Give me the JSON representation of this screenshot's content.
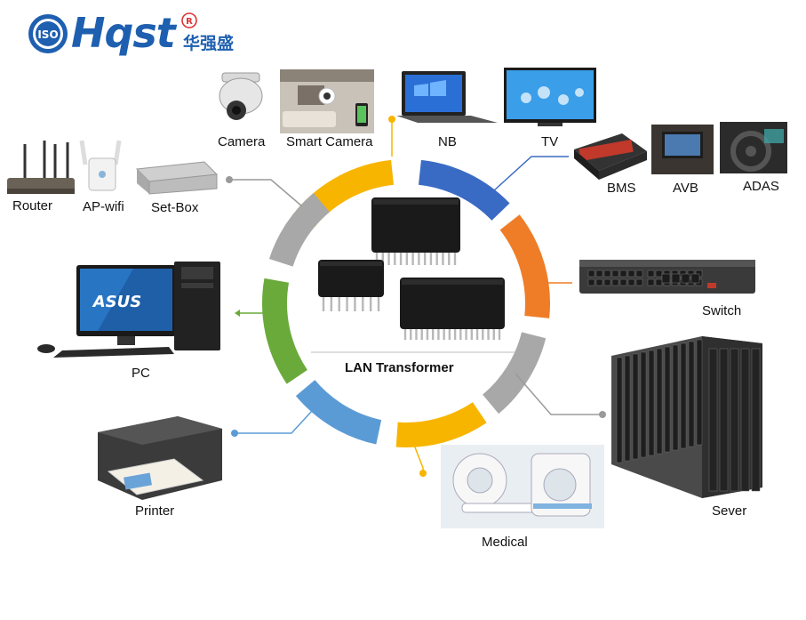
{
  "logo": {
    "iso_text": "ISO",
    "brand_text": "Hqst",
    "registered_mark": "R",
    "chinese_text": "华强盛"
  },
  "center": {
    "title": "LAN Transformer"
  },
  "applications": {
    "camera": "Camera",
    "smart_camera": "Smart Camera",
    "nb": "NB",
    "tv": "TV",
    "bms": "BMS",
    "avb": "AVB",
    "adas": "ADAS",
    "router": "Router",
    "ap_wifi": "AP-wifi",
    "set_box": "Set-Box",
    "switch": "Switch",
    "pc": "PC",
    "sever": "Sever",
    "printer": "Printer",
    "medical": "Medical"
  },
  "device_brand_pc": "ASUS",
  "colors": {
    "yellow": "#f7b500",
    "blue_dark": "#3a6bc4",
    "orange": "#ef7d27",
    "gray": "#a8a8a8",
    "green": "#6aaa3a",
    "blue_light": "#5b9bd5",
    "brand_blue": "#1e5fb0",
    "connector_gray": "#9a9a9a"
  }
}
